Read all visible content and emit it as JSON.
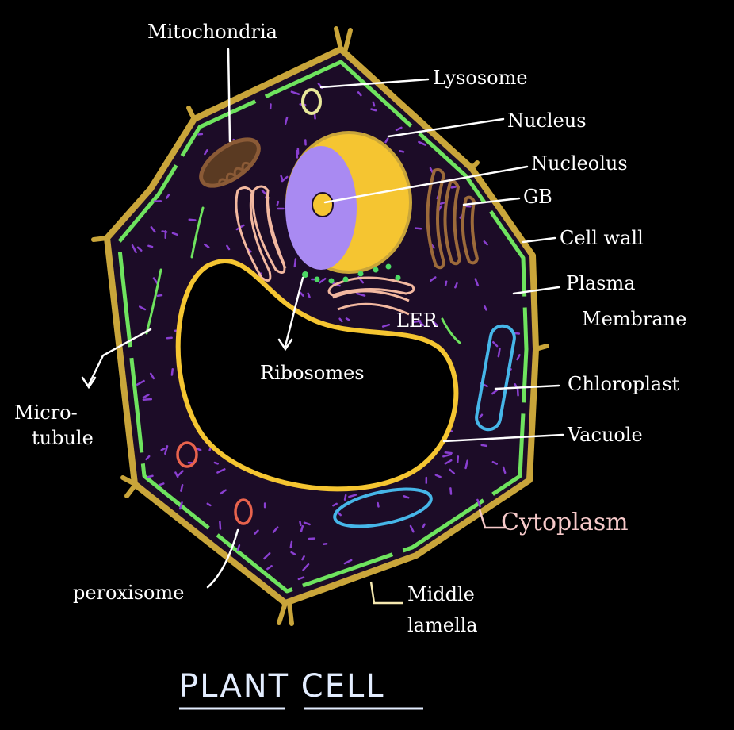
{
  "title": "PLANT CELL",
  "labels": {
    "mitochondria": "Mitochondria",
    "lysosome": "Lysosome",
    "nucleus": "Nucleus",
    "nucleolus": "Nucleolus",
    "gb": "GB",
    "cell_wall": "Cell wall",
    "plasma_membrane_line1": "Plasma",
    "plasma_membrane_line2": "Membrane",
    "ler": "LER",
    "ribosomes": "Ribosomes",
    "chloroplast": "Chloroplast",
    "microtubule_line1": "Micro-",
    "microtubule_line2": "tubule",
    "vacuole": "Vacuole",
    "cytoplasm": "Cytoplasm",
    "peroxisome": "peroxisome",
    "middle_lamella_line1": "Middle",
    "middle_lamella_line2": "lamella"
  },
  "colors": {
    "background": "#000000",
    "cell_wall": "#c9a53a",
    "plasma_membrane": "#6ee35e",
    "cytoplasm": "#1c0c27",
    "cytoplasm_dots": "#8a3fd1",
    "nucleus_envelope": "#f5c531",
    "nucleoplasm": "#a98af2",
    "nucleolus": "#f5c531",
    "vacuole": "#f5c531",
    "chloroplast": "#46b6e8",
    "mitochondria": "#8a5a36",
    "golgi": "#9c6a3a",
    "er": "#f2b8a0",
    "lysosome": "#e8e89a",
    "peroxisome": "#e8634d",
    "ribosomes": "#4cd964",
    "leaders": "#ffffff",
    "title": "#e3edff",
    "cytoplasm_label": "#f6c9c9"
  }
}
